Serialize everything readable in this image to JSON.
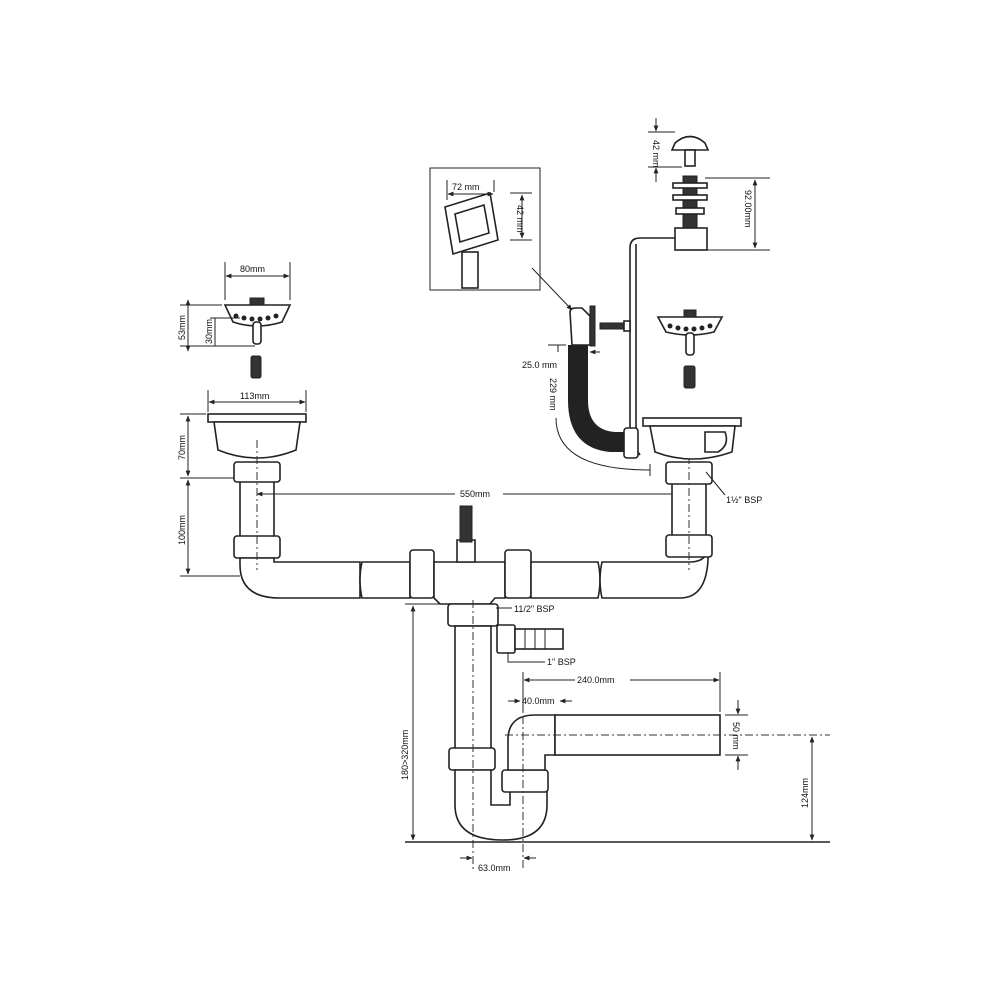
{
  "dimensions": {
    "popup_knob_height": "42 mm",
    "popup_body_height": "92.00mm",
    "overflow_width": "72 mm",
    "overflow_height": "42 mm",
    "strainer_diameter": "80mm",
    "strainer_height": "53mm",
    "strainer_stem": "30mm",
    "bowl_diameter": "113mm",
    "hose_diameter": "25.0 mm",
    "hose_length": "229 mm",
    "bowl_depth": "70mm",
    "tail_length": "100mm",
    "waste_centers": "550mm",
    "right_thread": "1½\" BSP",
    "trap_inlet_thread": "11/2\" BSP",
    "side_inlet_thread": "1\" BSP",
    "outlet_length": "240.0mm",
    "outlet_offset": "40.0mm",
    "outlet_diameter": "50 mm",
    "trap_height": "180>320mm",
    "outlet_height": "124mm",
    "trap_width": "63.0mm"
  }
}
